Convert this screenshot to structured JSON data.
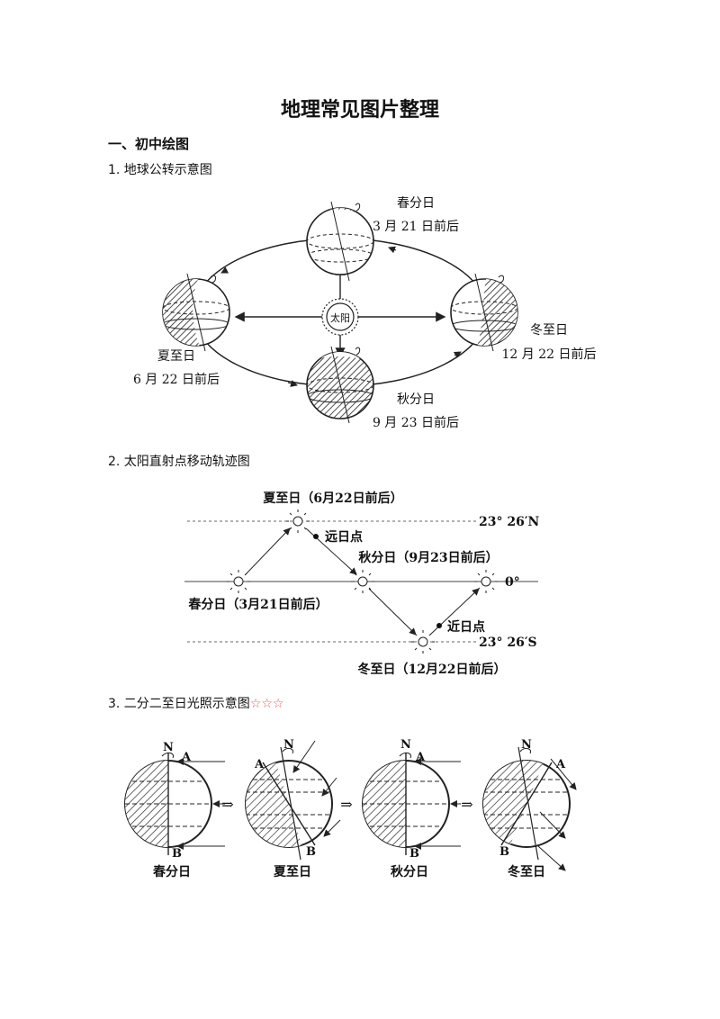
{
  "page_title": "地理常见图片整理",
  "section1": {
    "heading": "一、初中绘图"
  },
  "fig1": {
    "heading": "1. 地球公转示意图",
    "sun_label": "太阳",
    "spring": {
      "name": "春分日",
      "date": "3 月 21 日前后"
    },
    "summer": {
      "name": "夏至日",
      "date": "6 月 22 日前后"
    },
    "autumn": {
      "name": "秋分日",
      "date": "9 月 23 日前后"
    },
    "winter": {
      "name": "冬至日",
      "date": "12 月 22 日前后"
    }
  },
  "fig2": {
    "heading": "2. 太阳直射点移动轨迹图",
    "summer": "夏至日（6月22日前后）",
    "aphelion": "远日点",
    "autumn": "秋分日（9月23日前后）",
    "spring": "春分日（3月21日前后）",
    "perihelion": "近日点",
    "winter": "冬至日（12月22日前后）",
    "lat_north": "23° 26′N",
    "lat_equator": "0°",
    "lat_south": "23° 26′S"
  },
  "fig3": {
    "heading": "3. 二分二至日光照示意图",
    "stars": "☆☆☆",
    "north": "N",
    "point_a": "A",
    "point_b": "B",
    "arrow": "⇒",
    "labels": [
      "春分日",
      "夏至日",
      "秋分日",
      "冬至日"
    ]
  }
}
